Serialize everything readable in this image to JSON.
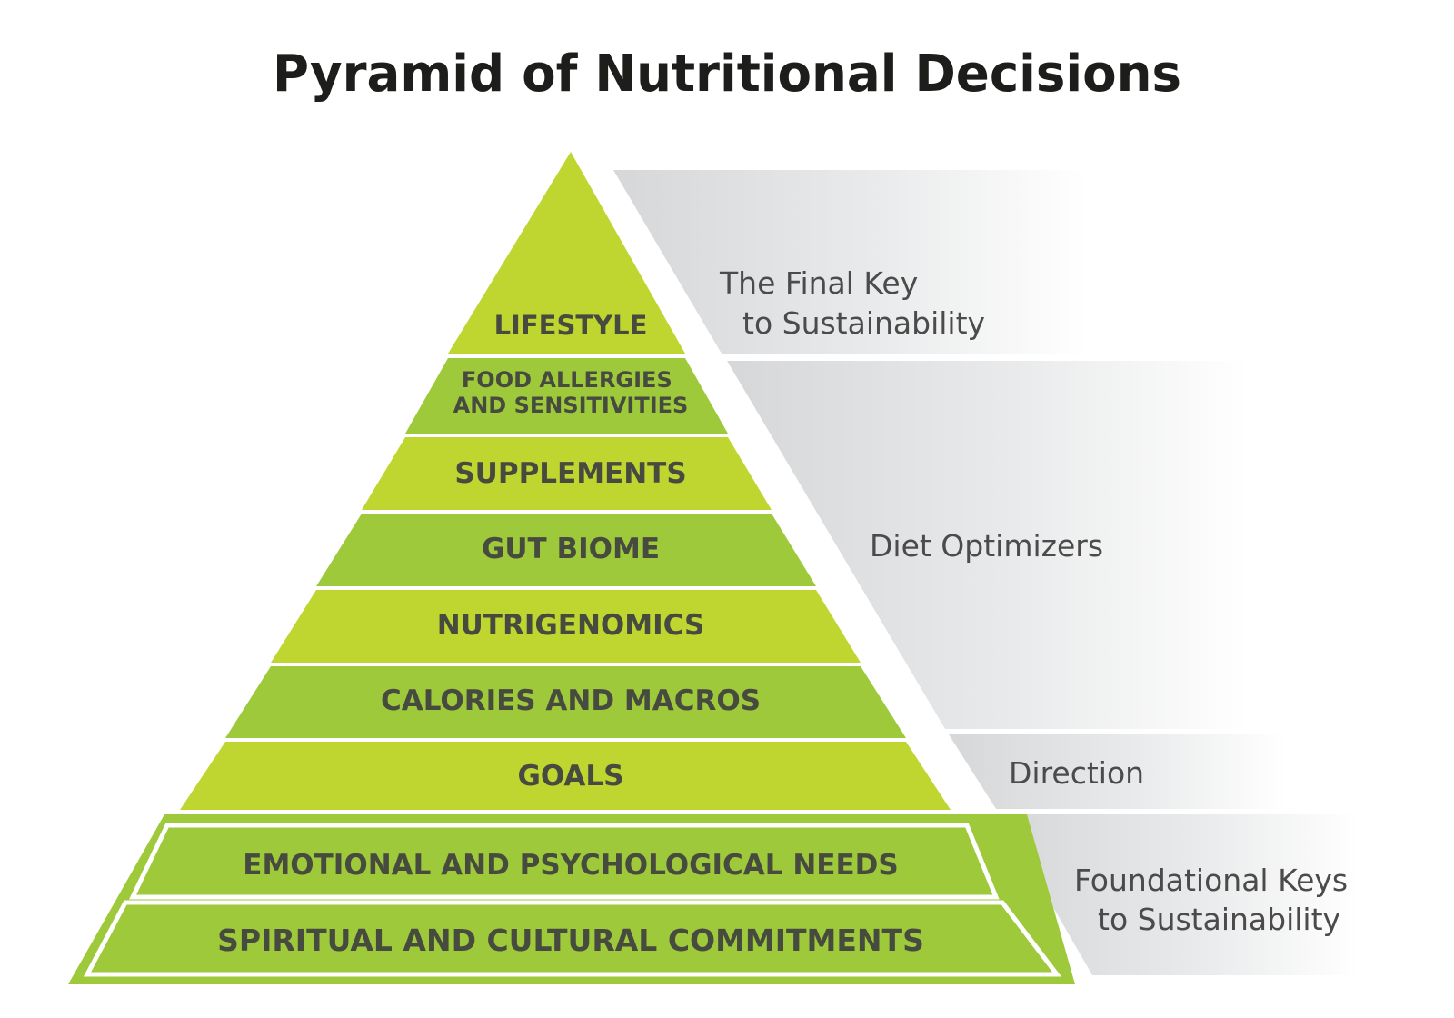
{
  "title": "Pyramid of Nutritional Decisions",
  "tiers": [
    {
      "lines": [
        "LIFESTYLE"
      ]
    },
    {
      "lines": [
        "FOOD ALLERGIES",
        "AND SENSITIVITIES"
      ]
    },
    {
      "lines": [
        "SUPPLEMENTS"
      ]
    },
    {
      "lines": [
        "GUT BIOME"
      ]
    },
    {
      "lines": [
        "NUTRIGENOMICS"
      ]
    },
    {
      "lines": [
        "CALORIES AND MACROS"
      ]
    },
    {
      "lines": [
        "GOALS"
      ]
    },
    {
      "lines": [
        "EMOTIONAL AND PSYCHOLOGICAL NEEDS"
      ]
    },
    {
      "lines": [
        "SPIRITUAL AND CULTURAL COMMITMENTS"
      ]
    }
  ],
  "groups": [
    {
      "lines": [
        "The Final Key",
        "to Sustainability"
      ]
    },
    {
      "lines": [
        "Diet Optimizers"
      ]
    },
    {
      "lines": [
        "Direction"
      ]
    },
    {
      "lines": [
        "Foundational Keys",
        "to Sustainability"
      ]
    }
  ],
  "colors": {
    "green_light": "#bfd630",
    "green_dark": "#9dc93b",
    "tier_text": "#474a3f",
    "title": "#1d1d1b",
    "group_text": "#4b4b4b",
    "band_gray": "#d9dadc"
  }
}
